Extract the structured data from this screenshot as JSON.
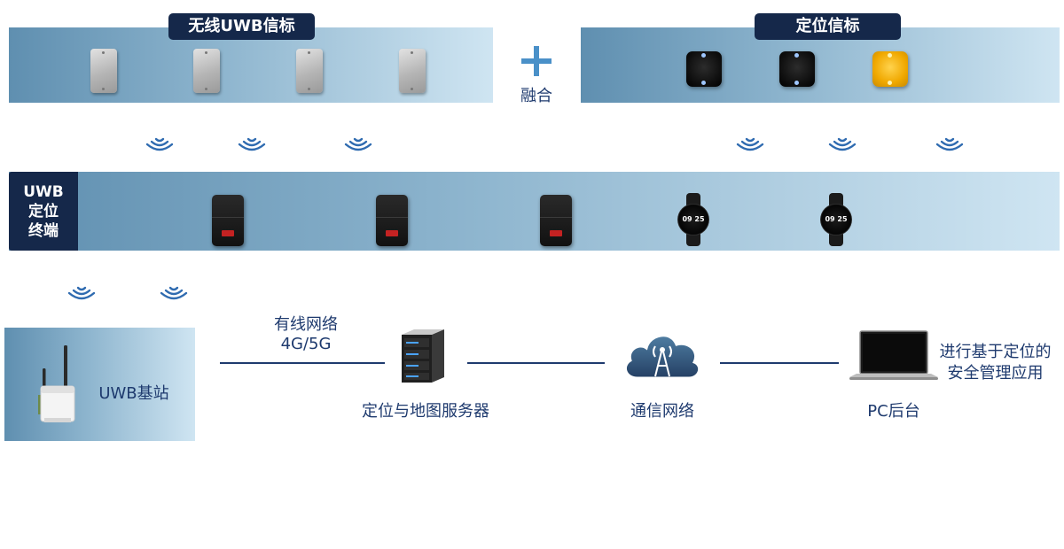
{
  "top_left": {
    "label": "无线UWB信标"
  },
  "top_right": {
    "label": "定位信标"
  },
  "fusion": {
    "plus": "+",
    "label": "融合"
  },
  "terminal": {
    "label_lines": [
      "UWB",
      "定位",
      "终端"
    ],
    "watch_time": "09 25"
  },
  "base_station": {
    "label": "UWB基站"
  },
  "network": {
    "wired_lines": [
      "有线网络",
      "4G/5G"
    ],
    "server_label": "定位与地图服务器",
    "cloud_label": "通信网络",
    "pc_label": "PC后台",
    "app_lines": [
      "进行基于定位的",
      "安全管理应用"
    ]
  },
  "colors": {
    "dark_navy": "#15284a",
    "text_blue": "#1e3a6e",
    "wave_blue": "#2f6bb0"
  },
  "icons": [
    "wifi-icon",
    "server-icon",
    "cloud-tower-icon",
    "laptop-icon",
    "antenna-icon"
  ]
}
